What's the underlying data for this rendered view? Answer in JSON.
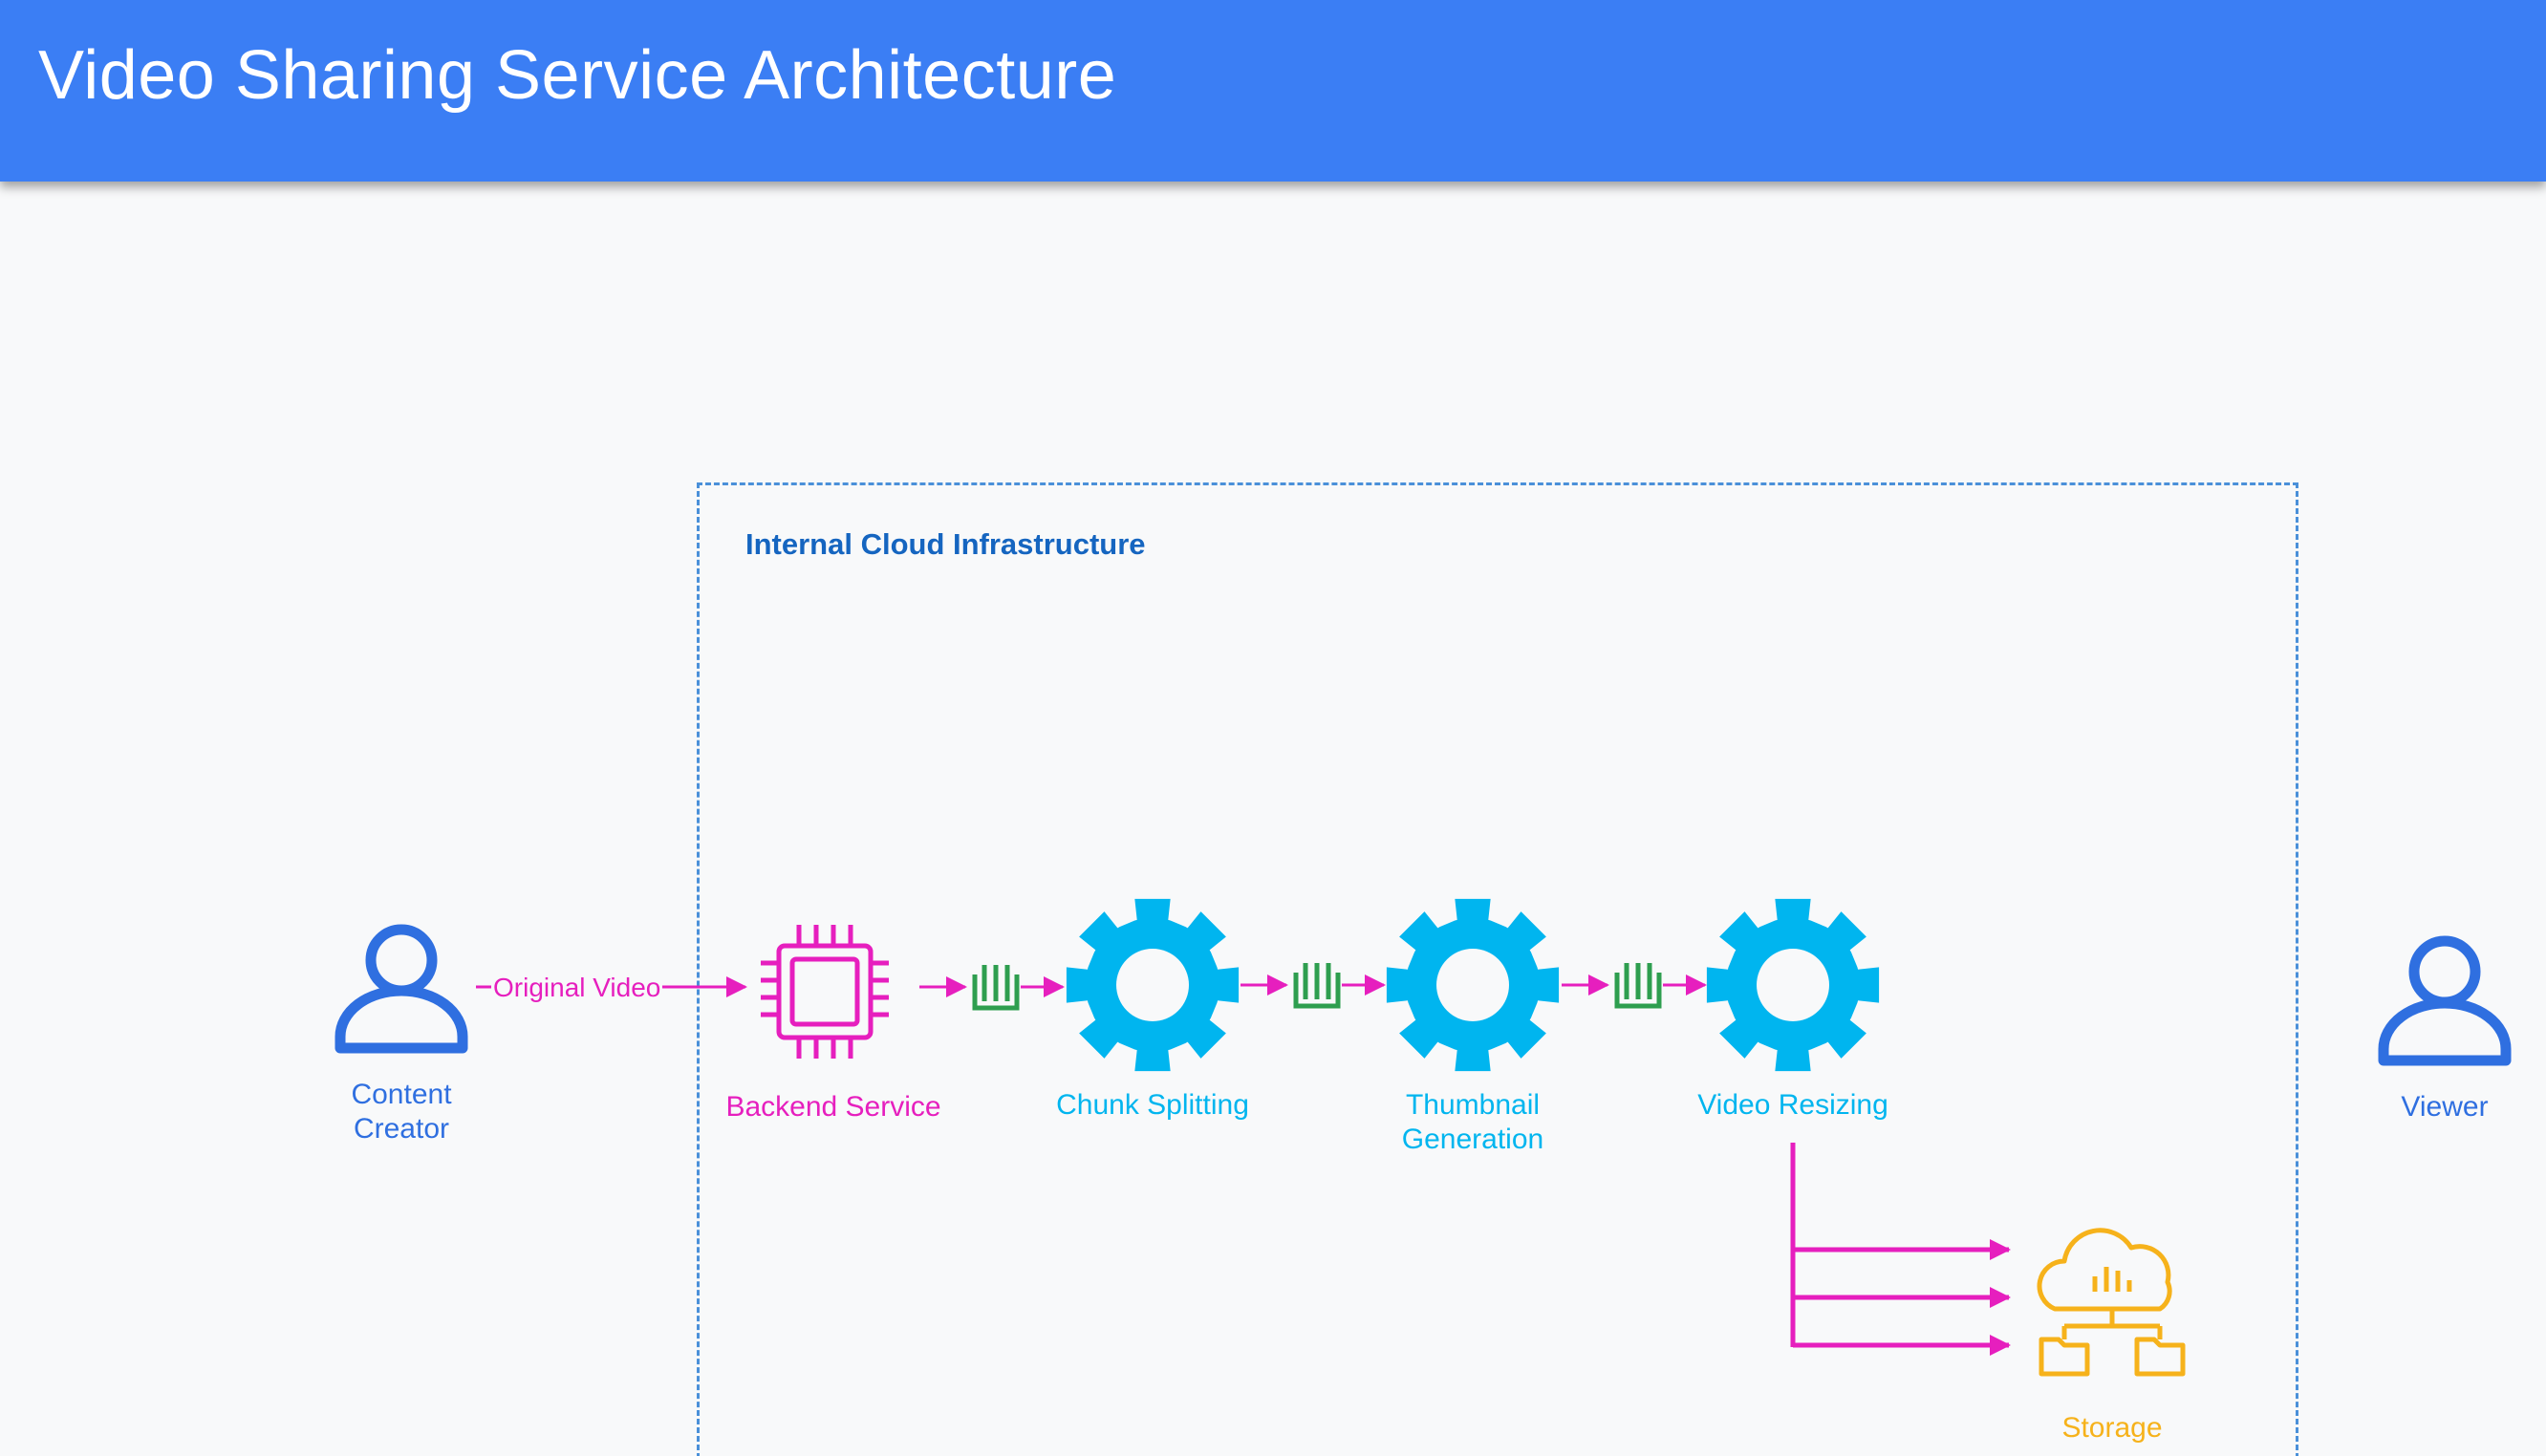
{
  "header": {
    "title": "Video Sharing Service Architecture"
  },
  "boundary": {
    "label": "Internal Cloud Infrastructure"
  },
  "nodes": {
    "content_creator": {
      "label_line1": "Content",
      "label_line2": "Creator",
      "icon": "user-icon"
    },
    "backend_service": {
      "label": "Backend Service",
      "icon": "processor-chip-icon"
    },
    "chunk_splitting": {
      "label": "Chunk Splitting",
      "icon": "gear-icon"
    },
    "thumbnail_generation": {
      "label_line1": "Thumbnail",
      "label_line2": "Generation",
      "icon": "gear-icon"
    },
    "video_resizing": {
      "label": "Video Resizing",
      "icon": "gear-icon"
    },
    "storage": {
      "label": "Storage",
      "icon": "cloud-storage-icon"
    },
    "viewer": {
      "label": "Viewer",
      "icon": "user-icon"
    }
  },
  "edges": {
    "creator_to_backend": {
      "label": "Original Video"
    },
    "queue_icon": "queue-icon"
  },
  "colors": {
    "header": "#3b7ef4",
    "user": "#2f6fe0",
    "backend": "#e61fbe",
    "gear": "#00b5ef",
    "queue": "#2e9e4f",
    "arrow": "#e61fbe",
    "storage": "#f6b21b",
    "boundary": "#4a90d9"
  }
}
